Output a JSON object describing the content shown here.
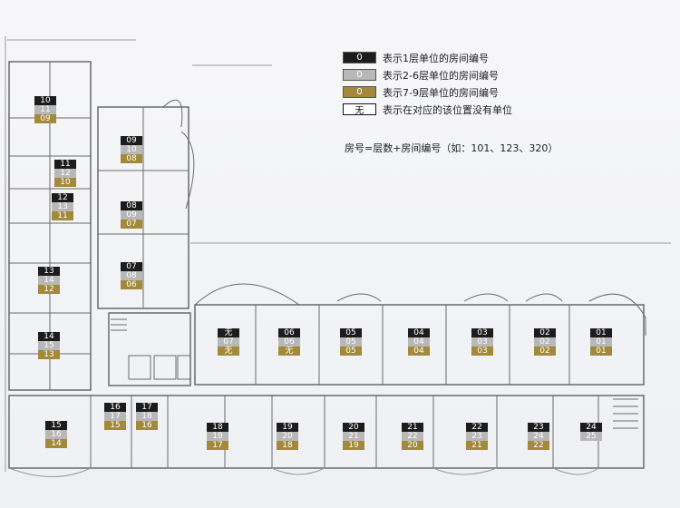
{
  "legend": [
    {
      "swatch": "0",
      "text": "表示1层单位的房间编号",
      "kind": "floor1"
    },
    {
      "swatch": "0",
      "text": "表示2-6层单位的房间编号",
      "kind": "floor2to6"
    },
    {
      "swatch": "0",
      "text": "表示7-9层单位的房间编号",
      "kind": "floor7to9"
    },
    {
      "swatch": "无",
      "text": "表示在对应的该位置没有单位",
      "kind": "none"
    }
  ],
  "formula": "房号=层数+房间编号（如：101、123、320）",
  "colors": {
    "floor1": "#1c1c1c",
    "floor2to6": "#b8b8b8",
    "floor7to9": "#a38a3a",
    "wall": "#6a6a6a"
  },
  "units": [
    {
      "id": "10",
      "f1": "10",
      "f2": "11",
      "f3": "09"
    },
    {
      "id": "11",
      "f1": "11",
      "f2": "12",
      "f3": "10"
    },
    {
      "id": "12",
      "f1": "12",
      "f2": "13",
      "f3": "11"
    },
    {
      "id": "13",
      "f1": "13",
      "f2": "14",
      "f3": "12"
    },
    {
      "id": "14",
      "f1": "14",
      "f2": "15",
      "f3": "13"
    },
    {
      "id": "09",
      "f1": "09",
      "f2": "10",
      "f3": "08"
    },
    {
      "id": "08",
      "f1": "08",
      "f2": "09",
      "f3": "07"
    },
    {
      "id": "07",
      "f1": "07",
      "f2": "08",
      "f3": "06"
    },
    {
      "id": "06a",
      "f1": "无",
      "f2": "07",
      "f3": "无"
    },
    {
      "id": "06",
      "f1": "06",
      "f2": "06",
      "f3": "无"
    },
    {
      "id": "05",
      "f1": "05",
      "f2": "05",
      "f3": "05"
    },
    {
      "id": "04",
      "f1": "04",
      "f2": "04",
      "f3": "04"
    },
    {
      "id": "03",
      "f1": "03",
      "f2": "03",
      "f3": "03"
    },
    {
      "id": "02",
      "f1": "02",
      "f2": "02",
      "f3": "02"
    },
    {
      "id": "01",
      "f1": "01",
      "f2": "01",
      "f3": "01"
    },
    {
      "id": "15",
      "f1": "15",
      "f2": "16",
      "f3": "14"
    },
    {
      "id": "16",
      "f1": "16",
      "f2": "17",
      "f3": "15"
    },
    {
      "id": "17",
      "f1": "17",
      "f2": "18",
      "f3": "16"
    },
    {
      "id": "18",
      "f1": "18",
      "f2": "19",
      "f3": "17"
    },
    {
      "id": "19",
      "f1": "19",
      "f2": "20",
      "f3": "18"
    },
    {
      "id": "20",
      "f1": "20",
      "f2": "21",
      "f3": "19"
    },
    {
      "id": "21",
      "f1": "21",
      "f2": "22",
      "f3": "20"
    },
    {
      "id": "22",
      "f1": "22",
      "f2": "23",
      "f3": "21"
    },
    {
      "id": "23",
      "f1": "23",
      "f2": "24",
      "f3": "22"
    },
    {
      "id": "24",
      "f1": "24",
      "f2": "25",
      "f3": ""
    }
  ]
}
